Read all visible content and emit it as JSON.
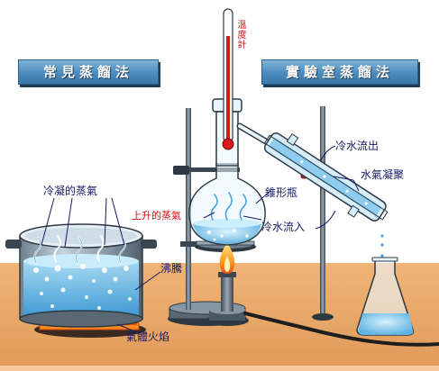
{
  "titles": {
    "common_distillation": "常見蒸餾法",
    "lab_distillation": "實驗室蒸餾法"
  },
  "labels": {
    "thermometer": "溫度計",
    "condensed_vapor": "冷凝的蒸氣",
    "rising_vapor": "上升的蒸氣",
    "boiling": "沸騰",
    "gas_flame": "氣體火焰",
    "flask": "錐形瓶",
    "cold_water_out": "冷水流出",
    "vapor_condense": "水氣凝聚",
    "cold_water_in": "冷水流入"
  },
  "colors": {
    "banner": "#4c8bbd",
    "water": "#7ec8ef",
    "floor": "#e8a86a",
    "label_text": "#1a1a66",
    "accent_red": "#cc1111"
  }
}
